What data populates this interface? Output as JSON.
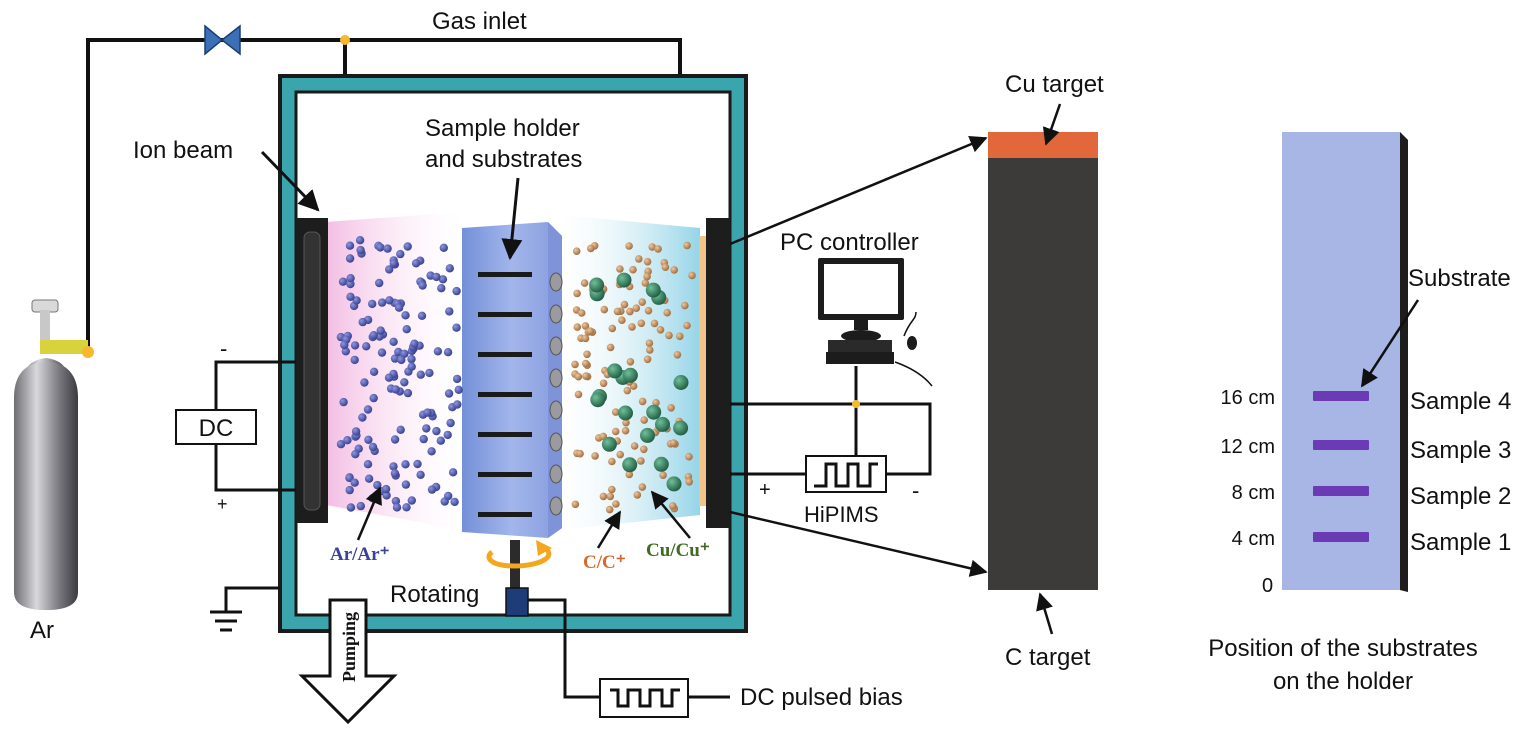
{
  "labels": {
    "gas_inlet": "Gas inlet",
    "ion_beam": "Ion beam",
    "sample_holder_line1": "Sample holder",
    "sample_holder_line2": "and substrates",
    "pc_controller": "PC controller",
    "cu_target": "Cu target",
    "c_target": "C target",
    "dc": "DC",
    "minus": "-",
    "plus": "+",
    "hipims": "HiPIMS",
    "rotating": "Rotating",
    "pumping": "Pumping",
    "dc_pulsed_bias": "DC pulsed bias",
    "ar": "Ar",
    "ar_ions": "Ar/Ar⁺",
    "c_ions": "C/C⁺",
    "cu_ions": "Cu/Cu⁺",
    "substrate": "Substrate",
    "position_line1": "Position of the substrates",
    "position_line2": "on the holder"
  },
  "holder_positions": [
    {
      "distance": "16 cm",
      "sample": "Sample 4"
    },
    {
      "distance": "12 cm",
      "sample": "Sample 3"
    },
    {
      "distance": "8 cm",
      "sample": "Sample 2"
    },
    {
      "distance": "4 cm",
      "sample": "Sample 1"
    }
  ],
  "holder_origin": "0",
  "colors": {
    "chamber_wall": "#3aa5ad",
    "cu_target": "#e2673a",
    "c_target": "#3d3b3a",
    "ar_particle": "#4a54a8",
    "c_particle": "#c08a5a",
    "cu_particle": "#2f7a5a",
    "substrate_strip": "#6a3bb5",
    "holder_panel": "#a7b6e4",
    "ar_text": "#3b4399",
    "c_text": "#d8692c",
    "cu_text": "#3f6b22"
  }
}
